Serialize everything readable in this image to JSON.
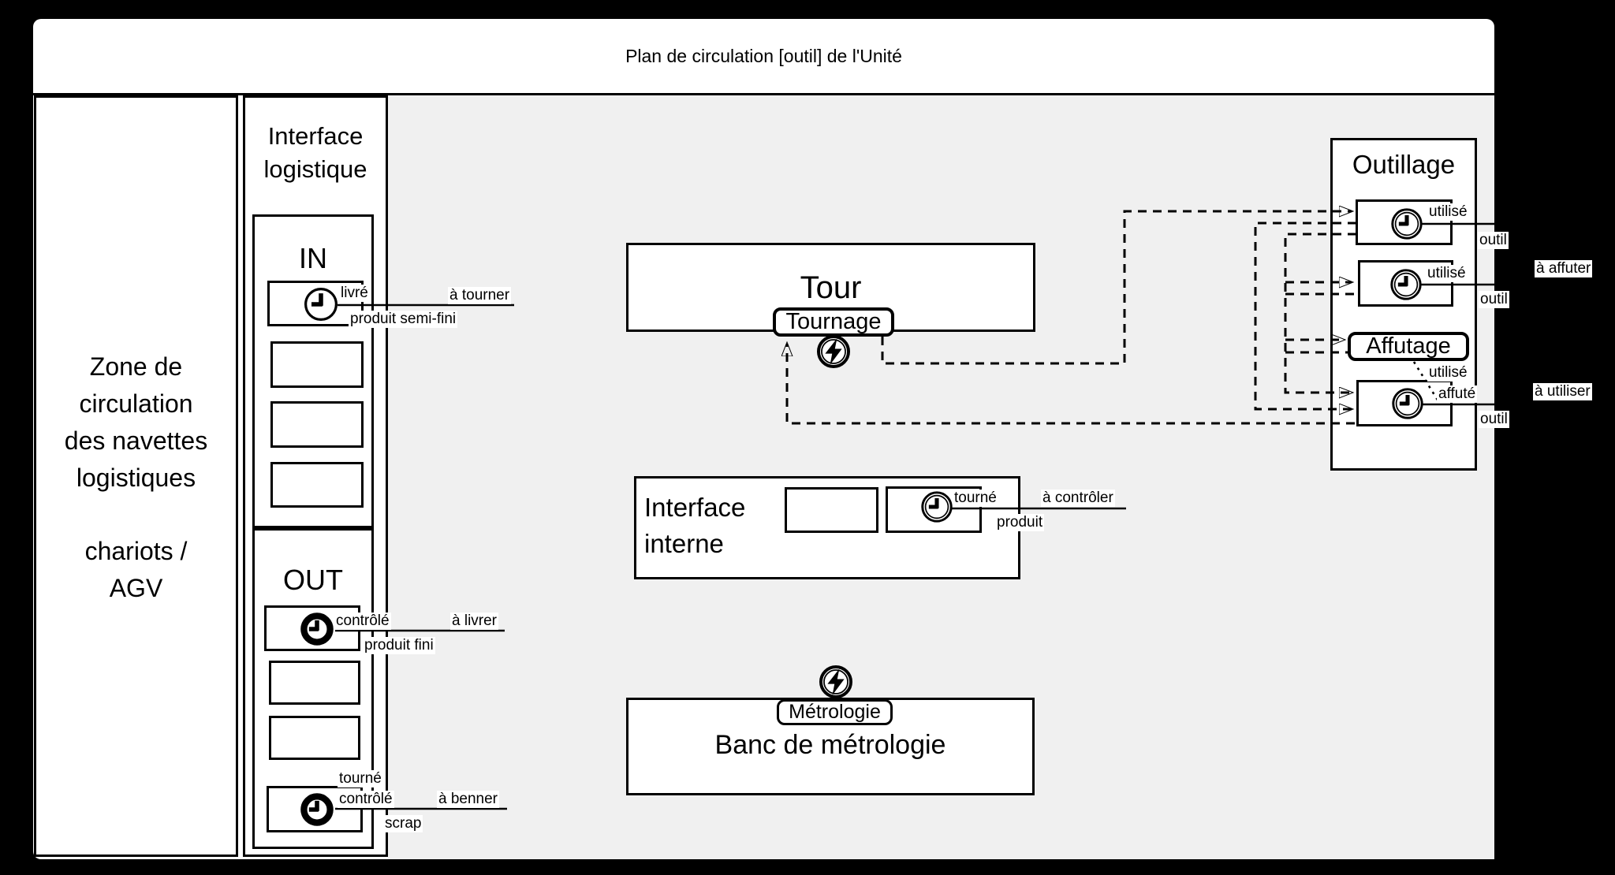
{
  "title": "Plan de circulation [outil] de l'Unité",
  "colors": {
    "canvas_bg": "#f0f0f0",
    "paper": "#ffffff",
    "ink": "#000000",
    "backdrop": "#000000"
  },
  "icons": {
    "clock": "clock-icon",
    "flash": "flash-icon",
    "arrowhead": "arrow-icon"
  },
  "left_zone": {
    "text_top": "Zone de\ncirculation\ndes navettes\nlogistiques",
    "text_bottom": "chariots /\nAGV"
  },
  "logistics": {
    "title": "Interface\nlogistique",
    "in_label": "IN",
    "out_label": "OUT",
    "in_slot": {
      "state": "livré",
      "route": "à tourner",
      "item": "produit semi-fini"
    },
    "out_slot_top": {
      "state": "contrôlé",
      "route": "à livrer",
      "item": "produit fini"
    },
    "out_slot_bottom": {
      "state_prev": "tourné",
      "state": "contrôlé",
      "route": "à benner",
      "item": "scrap"
    }
  },
  "tour": {
    "title": "Tour",
    "process": "Tournage"
  },
  "interne": {
    "title": "Interface\ninterne",
    "slot": {
      "state": "tourné",
      "route": "à contrôler",
      "item": "produit"
    }
  },
  "metrologie": {
    "title": "Banc de métrologie",
    "process": "Métrologie"
  },
  "outillage": {
    "title": "Outillage",
    "process": "Affutage",
    "slot1": {
      "state": "utilisé",
      "item": "outil"
    },
    "slot2": {
      "state": "utilisé",
      "item": "outil",
      "route": "à affuter"
    },
    "slot3": {
      "state_a": "utilisé",
      "state_b": "affuté",
      "item": "outil",
      "route": "à utiliser"
    }
  }
}
